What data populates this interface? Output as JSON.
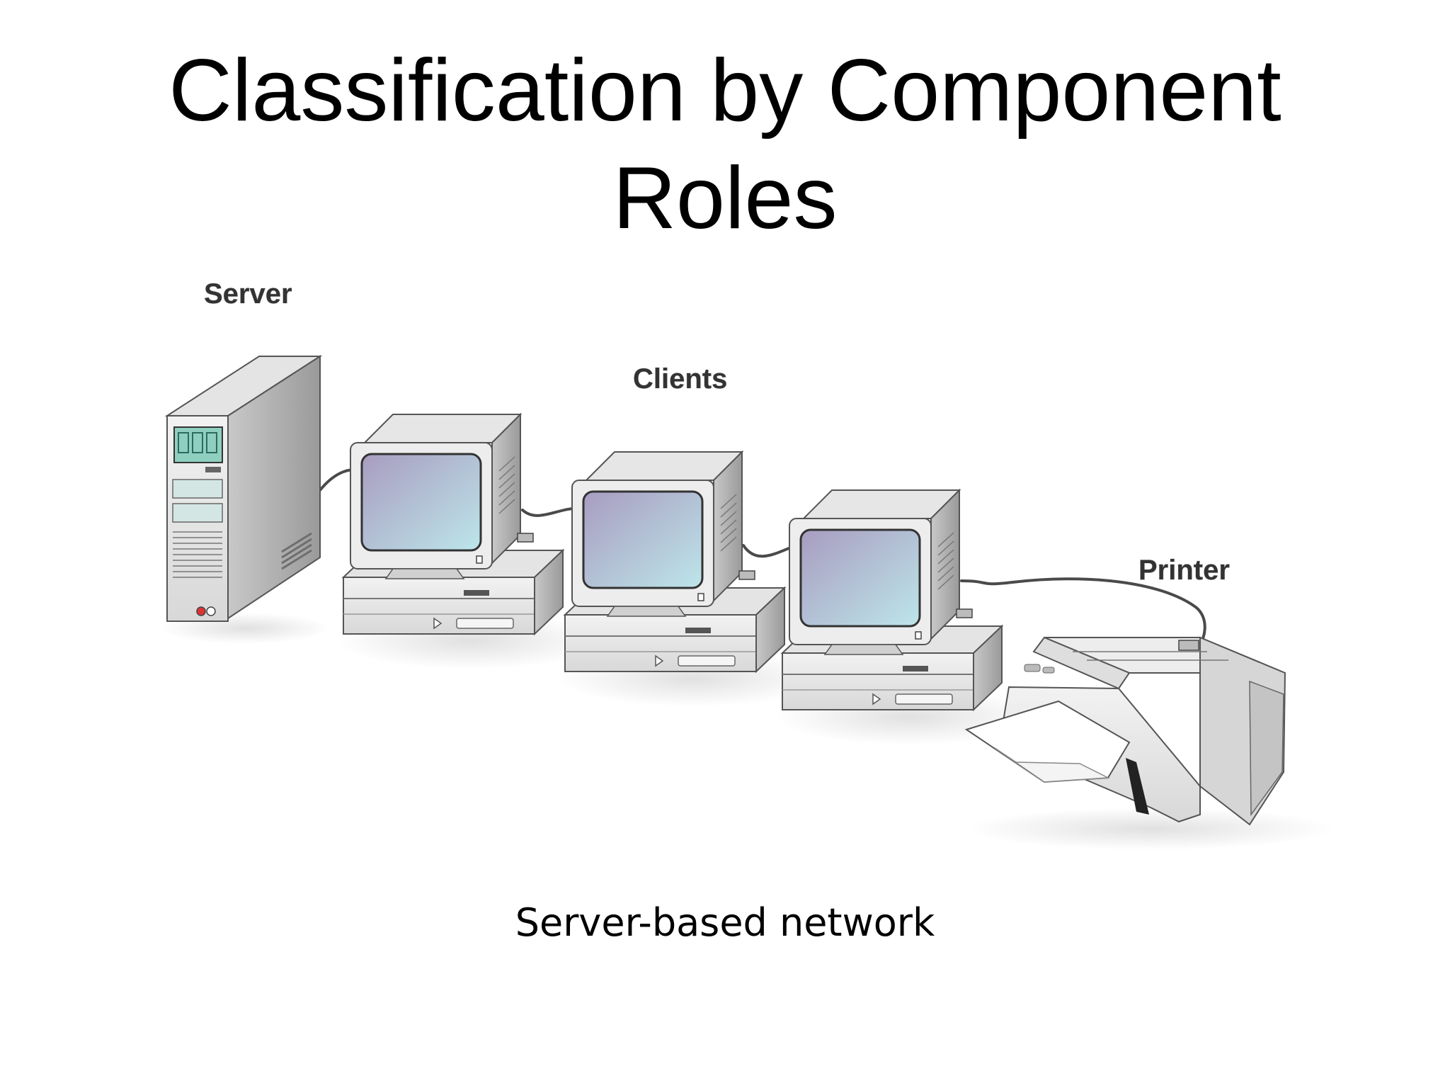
{
  "slide": {
    "title_line1": "Classification by Component",
    "title_line2": "Roles",
    "caption": "Server-based network"
  },
  "diagram": {
    "server_label": "Server",
    "clients_label": "Clients",
    "printer_label": "Printer",
    "colors": {
      "case_light": "#ececec",
      "case_mid": "#d2d2d2",
      "case_dark": "#a8a8a8",
      "outline": "#555555",
      "screen_start": "#a89cc0",
      "screen_end": "#bde6ea",
      "lcd": "#8fcfbf",
      "cable": "#4a4a4a"
    }
  }
}
